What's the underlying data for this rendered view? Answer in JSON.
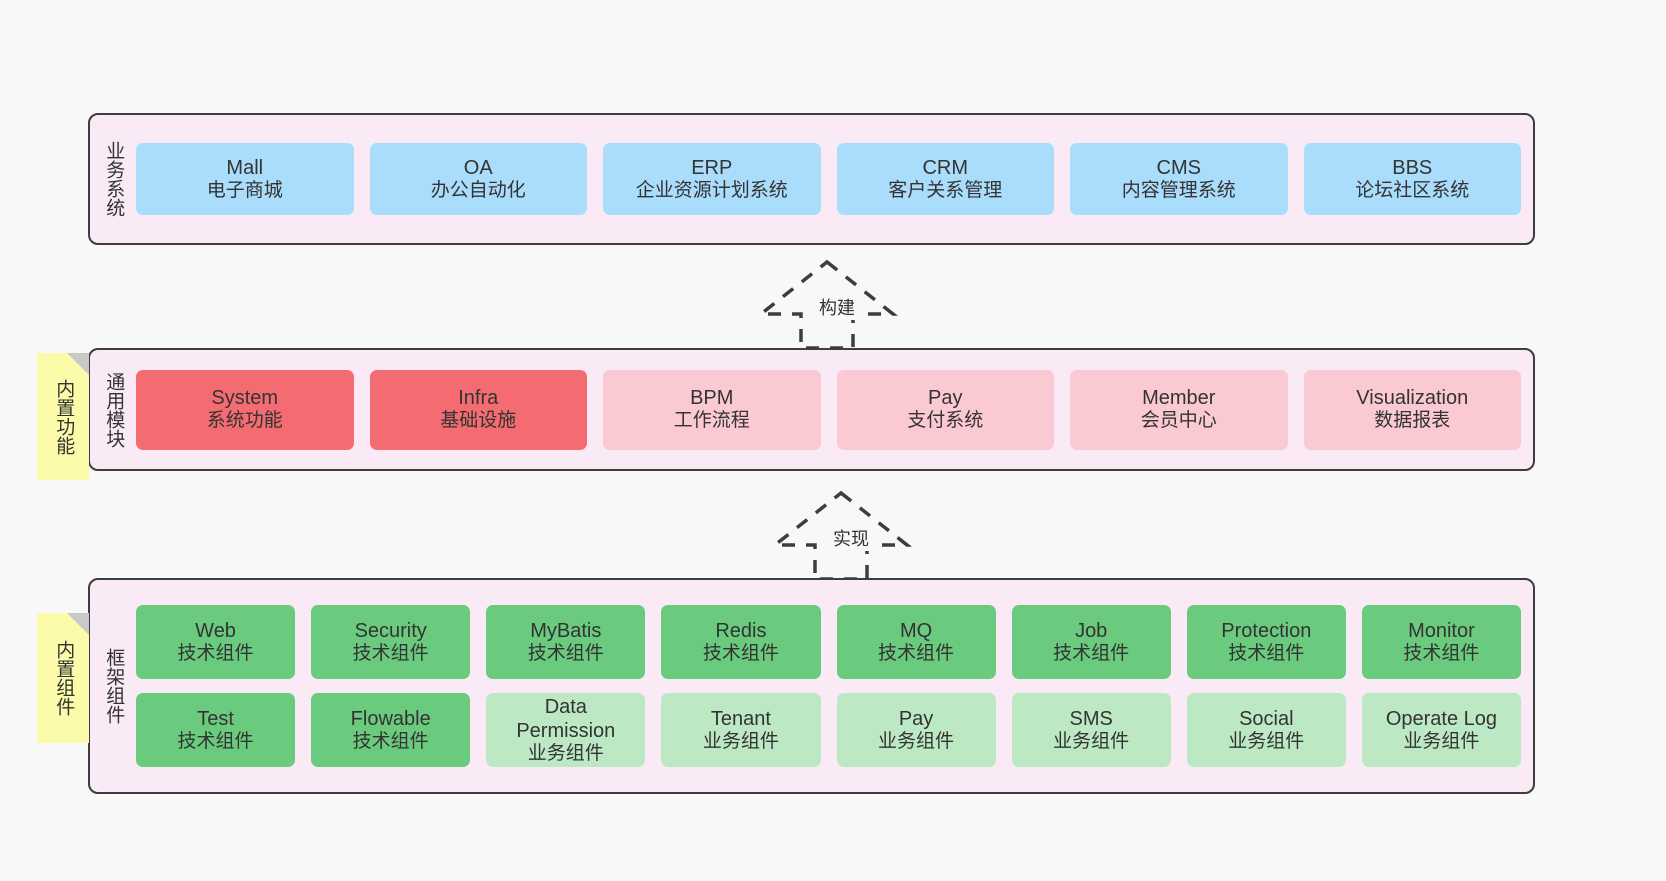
{
  "layers": [
    {
      "id": "business",
      "title": "业务系统",
      "sticky": null,
      "rows": [
        {
          "style": "c-blue",
          "cells": [
            {
              "name": "Mall",
              "desc": "电子商城"
            },
            {
              "name": "OA",
              "desc": "办公自动化"
            },
            {
              "name": "ERP",
              "desc": "企业资源计划系统"
            },
            {
              "name": "CRM",
              "desc": "客户关系管理"
            },
            {
              "name": "CMS",
              "desc": "内容管理系统"
            },
            {
              "name": "BBS",
              "desc": "论坛社区系统"
            }
          ]
        }
      ]
    },
    {
      "id": "common",
      "title": "通用模块",
      "sticky": "内置功能",
      "rows": [
        {
          "style": "mixed",
          "cells": [
            {
              "name": "System",
              "desc": "系统功能",
              "style": "c-red"
            },
            {
              "name": "Infra",
              "desc": "基础设施",
              "style": "c-red"
            },
            {
              "name": "BPM",
              "desc": "工作流程",
              "style": "c-pink"
            },
            {
              "name": "Pay",
              "desc": "支付系统",
              "style": "c-pink"
            },
            {
              "name": "Member",
              "desc": "会员中心",
              "style": "c-pink"
            },
            {
              "name": "Visualization",
              "desc": "数据报表",
              "style": "c-pink"
            }
          ]
        }
      ]
    },
    {
      "id": "framework",
      "title": "框架组件",
      "sticky": "内置组件",
      "rows": [
        {
          "style": "c-green",
          "cells": [
            {
              "name": "Web",
              "desc": "技术组件"
            },
            {
              "name": "Security",
              "desc": "技术组件"
            },
            {
              "name": "MyBatis",
              "desc": "技术组件"
            },
            {
              "name": "Redis",
              "desc": "技术组件"
            },
            {
              "name": "MQ",
              "desc": "技术组件"
            },
            {
              "name": "Job",
              "desc": "技术组件"
            },
            {
              "name": "Protection",
              "desc": "技术组件"
            },
            {
              "name": "Monitor",
              "desc": "技术组件"
            }
          ]
        },
        {
          "style": "mixed",
          "cells": [
            {
              "name": "Test",
              "desc": "技术组件",
              "style": "c-green"
            },
            {
              "name": "Flowable",
              "desc": "技术组件",
              "style": "c-green"
            },
            {
              "name": "Data Permission",
              "desc": "业务组件",
              "style": "c-lightgreen"
            },
            {
              "name": "Tenant",
              "desc": "业务组件",
              "style": "c-lightgreen"
            },
            {
              "name": "Pay",
              "desc": "业务组件",
              "style": "c-lightgreen"
            },
            {
              "name": "SMS",
              "desc": "业务组件",
              "style": "c-lightgreen"
            },
            {
              "name": "Social",
              "desc": "业务组件",
              "style": "c-lightgreen"
            },
            {
              "name": "Operate Log",
              "desc": "业务组件",
              "style": "c-lightgreen"
            }
          ]
        }
      ]
    }
  ],
  "connectors": [
    {
      "id": "build",
      "label": "构建"
    },
    {
      "id": "implement",
      "label": "实现"
    }
  ],
  "colors": {
    "band_background": "#f9eaf5",
    "band_border": "#3d3d3d",
    "page_background": "#f8f8f8",
    "business": "#aadcfb",
    "core_module": "#f46c72",
    "optional_module": "#fbc9d2",
    "tech_component": "#6acb7e",
    "biz_component": "#bde8c4",
    "sticky_note": "#fbfbaa",
    "sticky_fold": "#c9c9c9",
    "text": "#333333"
  }
}
